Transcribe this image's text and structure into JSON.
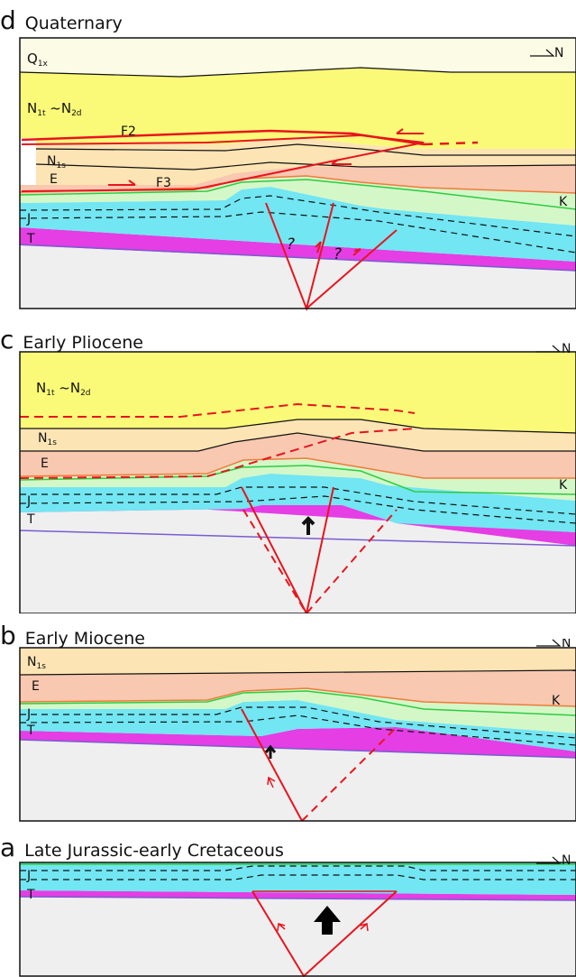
{
  "panels": {
    "d": {
      "letter": "d",
      "title": "Quaternary",
      "layers": {
        "q1x": "Q",
        "q1x_sub": "1x",
        "n1t": "N",
        "n1t_sub": "1t",
        "tilde": " ~N",
        "n2d_sub": "2d",
        "n1s": "N",
        "n1s_sub": "1s",
        "e": "E",
        "k": "K",
        "j": "J",
        "t": "T"
      },
      "faults": {
        "f2": "F2",
        "f3": "F3",
        "q1": "?",
        "q2": "?"
      }
    },
    "c": {
      "letter": "c",
      "title": "Early Pliocene",
      "layers": {
        "n1t": "N",
        "n1t_sub": "1t",
        "tilde": " ~N",
        "n2d_sub": "2d",
        "n1s": "N",
        "n1s_sub": "1s",
        "e": "E",
        "k": "K",
        "j": "J",
        "t": "T"
      }
    },
    "b": {
      "letter": "b",
      "title": "Early Miocene",
      "layers": {
        "n1s": "N",
        "n1s_sub": "1s",
        "e": "E",
        "k": "K",
        "j": "J",
        "t": "T"
      }
    },
    "a": {
      "letter": "a",
      "title": "Late Jurassic-early Cretaceous",
      "layers": {
        "j": "J",
        "t": "T"
      }
    }
  },
  "north_label": "N",
  "colors": {
    "quaternary": "#fbfbe6",
    "neogene_upper": "#fafa78",
    "n1s": "#fde4b4",
    "e": "#f9c8b0",
    "k": "#d4f7c8",
    "j": "#72e6f2",
    "t": "#e43ee4",
    "basement": "#efefef",
    "fault": "#e8141e",
    "layer_line": "#111111",
    "k_boundary": "#2ecc40",
    "t_base": "#7a5ccf",
    "e_base": "#f07a3a"
  }
}
